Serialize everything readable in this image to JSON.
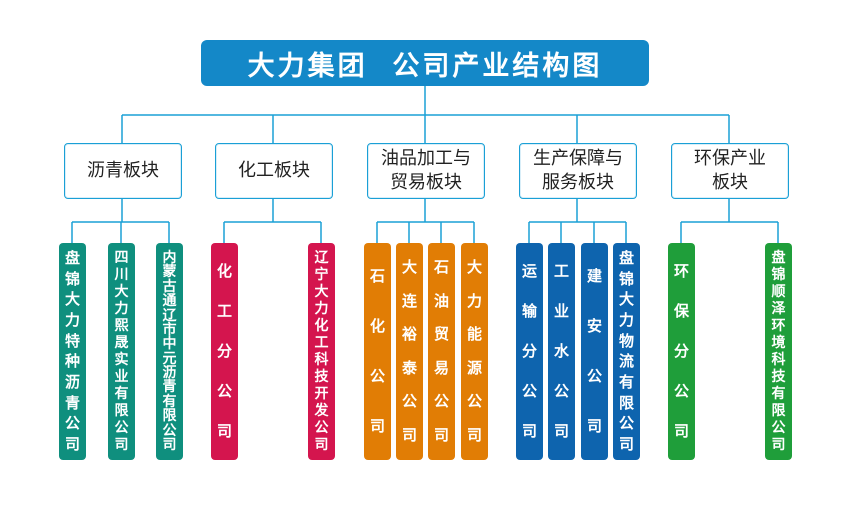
{
  "title": "大力集团  公司产业结构图",
  "segments": [
    {
      "label": "沥青板块"
    },
    {
      "label": "化工板块"
    },
    {
      "label": "油品加工与\n贸易板块"
    },
    {
      "label": "生产保障与\n服务板块"
    },
    {
      "label": "环保产业\n板块"
    }
  ],
  "companies": [
    {
      "label": "盘锦大力特种沥青公司",
      "segment": 0,
      "color": "#0f8f7e"
    },
    {
      "label": "四川大力熙晟实业有限公司",
      "segment": 0,
      "color": "#0f8f7e"
    },
    {
      "label": "内蒙古通辽市中元沥青有限公司",
      "segment": 0,
      "color": "#0f8f7e"
    },
    {
      "label": "化工分公司",
      "segment": 1,
      "color": "#d4154e"
    },
    {
      "label": "辽宁大力化工科技开发公司",
      "segment": 1,
      "color": "#d4154e"
    },
    {
      "label": "石化公司",
      "segment": 2,
      "color": "#e17d05"
    },
    {
      "label": "大连裕泰公司",
      "segment": 2,
      "color": "#e17d05"
    },
    {
      "label": "石油贸易公司",
      "segment": 2,
      "color": "#e17d05"
    },
    {
      "label": "大力能源公司",
      "segment": 2,
      "color": "#e17d05"
    },
    {
      "label": "运输分公司",
      "segment": 3,
      "color": "#0e64ae"
    },
    {
      "label": "工业水公司",
      "segment": 3,
      "color": "#0e64ae"
    },
    {
      "label": "建安公司",
      "segment": 3,
      "color": "#0e64ae"
    },
    {
      "label": "盘锦大力物流有限公司",
      "segment": 3,
      "color": "#0e64ae"
    },
    {
      "label": "环保分公司",
      "segment": 4,
      "color": "#1f9e3a"
    },
    {
      "label": "盘锦顺泽环境科技有限公司",
      "segment": 4,
      "color": "#1f9e3a"
    }
  ],
  "colors": {
    "line": "#1aa0d6",
    "title_bg": "#1488c8"
  }
}
